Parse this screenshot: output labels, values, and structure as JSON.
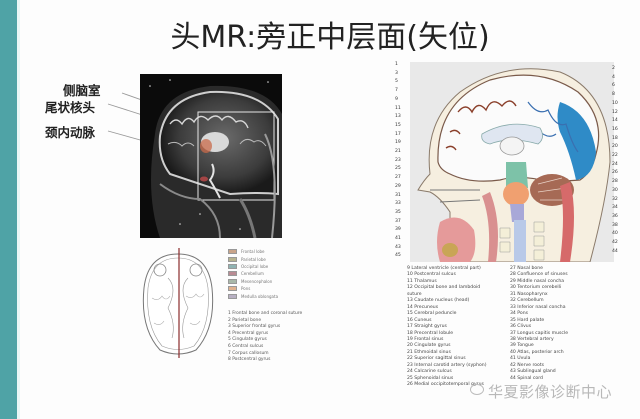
{
  "slide": {
    "title": "头MR:旁正中层面(矢位)",
    "accent_color": "#4fa3a6"
  },
  "mri": {
    "labels": [
      {
        "text": "侧脑室",
        "target": "lateral-ventricle"
      },
      {
        "text": "尾状核头",
        "target": "caudate-head"
      },
      {
        "text": "颈内动脉",
        "target": "internal-carotid-artery"
      }
    ]
  },
  "axial": {
    "legend": [
      {
        "label": "Frontal lobe",
        "color": "#c9a48a"
      },
      {
        "label": "Parietal lobe",
        "color": "#b7b48f"
      },
      {
        "label": "Occipital lobe",
        "color": "#8fb3b2"
      },
      {
        "label": "Cerebellum",
        "color": "#b98b93"
      },
      {
        "label": "Mesencephalon",
        "color": "#a9b8a9"
      },
      {
        "label": "Pons",
        "color": "#e0b28f"
      },
      {
        "label": "Medulla oblongata",
        "color": "#b8b0c3"
      }
    ],
    "items": [
      "1  Frontal bone and coronal suture",
      "2  Parietal bone",
      "3  Superior frontal gyrus",
      "4  Precentral gyrus",
      "5  Cingulate gyrus",
      "6  Central sulcus",
      "7  Corpus callosum",
      "8  Postcentral gyrus"
    ]
  },
  "sagittal": {
    "left_numbers": [
      "1",
      "3",
      "5",
      "7",
      "9",
      "11",
      "13",
      "15",
      "17",
      "19",
      "21",
      "23",
      "25",
      "27",
      "29",
      "31",
      "33",
      "35",
      "37",
      "39",
      "41",
      "43",
      "45"
    ],
    "right_numbers": [
      "2",
      "4",
      "6",
      "8",
      "10",
      "12",
      "14",
      "16",
      "18",
      "20",
      "22",
      "24",
      "26",
      "28",
      "30",
      "32",
      "34",
      "36",
      "38",
      "40",
      "42",
      "44"
    ],
    "caption_col1": [
      "9  Lateral ventricle (central part)",
      "10  Postcentral sulcus",
      "11  Thalamus",
      "12  Occipital bone and lambdoid",
      "      suture",
      "13  Caudate nucleus (head)",
      "14  Precuneus",
      "15  Cerebral peduncle",
      "16  Cuneus",
      "17  Straight gyrus",
      "18  Precentral lobule",
      "19  Frontal sinus",
      "20  Cingulate gyrus",
      "21  Ethmoidal sinus",
      "22  Superior sagittal sinus",
      "23  Internal carotid artery (syphon)",
      "24  Calcarine sulcus",
      "25  Sphenoidal sinus",
      "26  Medial occipitotemporal gyrus"
    ],
    "caption_col2": [
      "27  Nasal bone",
      "28  Confluence of sinuses",
      "29  Middle nasal concha",
      "30  Tentorium cerebelli",
      "31  Nasopharynx",
      "32  Cerebellum",
      "33  Inferior nasal concha",
      "34  Pons",
      "35  Hard palate",
      "36  Clivus",
      "37  Longus capitis muscle",
      "38  Vertebral artery",
      "39  Tongue",
      "40  Atlas, posterior arch",
      "41  Uvula",
      "42  Nerve roots",
      "43  Sublingual gland",
      "44  Spinal cord"
    ]
  },
  "watermark": {
    "text": "华夏影像诊断中心",
    "icon": "wechat-chat-bubble-icon"
  }
}
